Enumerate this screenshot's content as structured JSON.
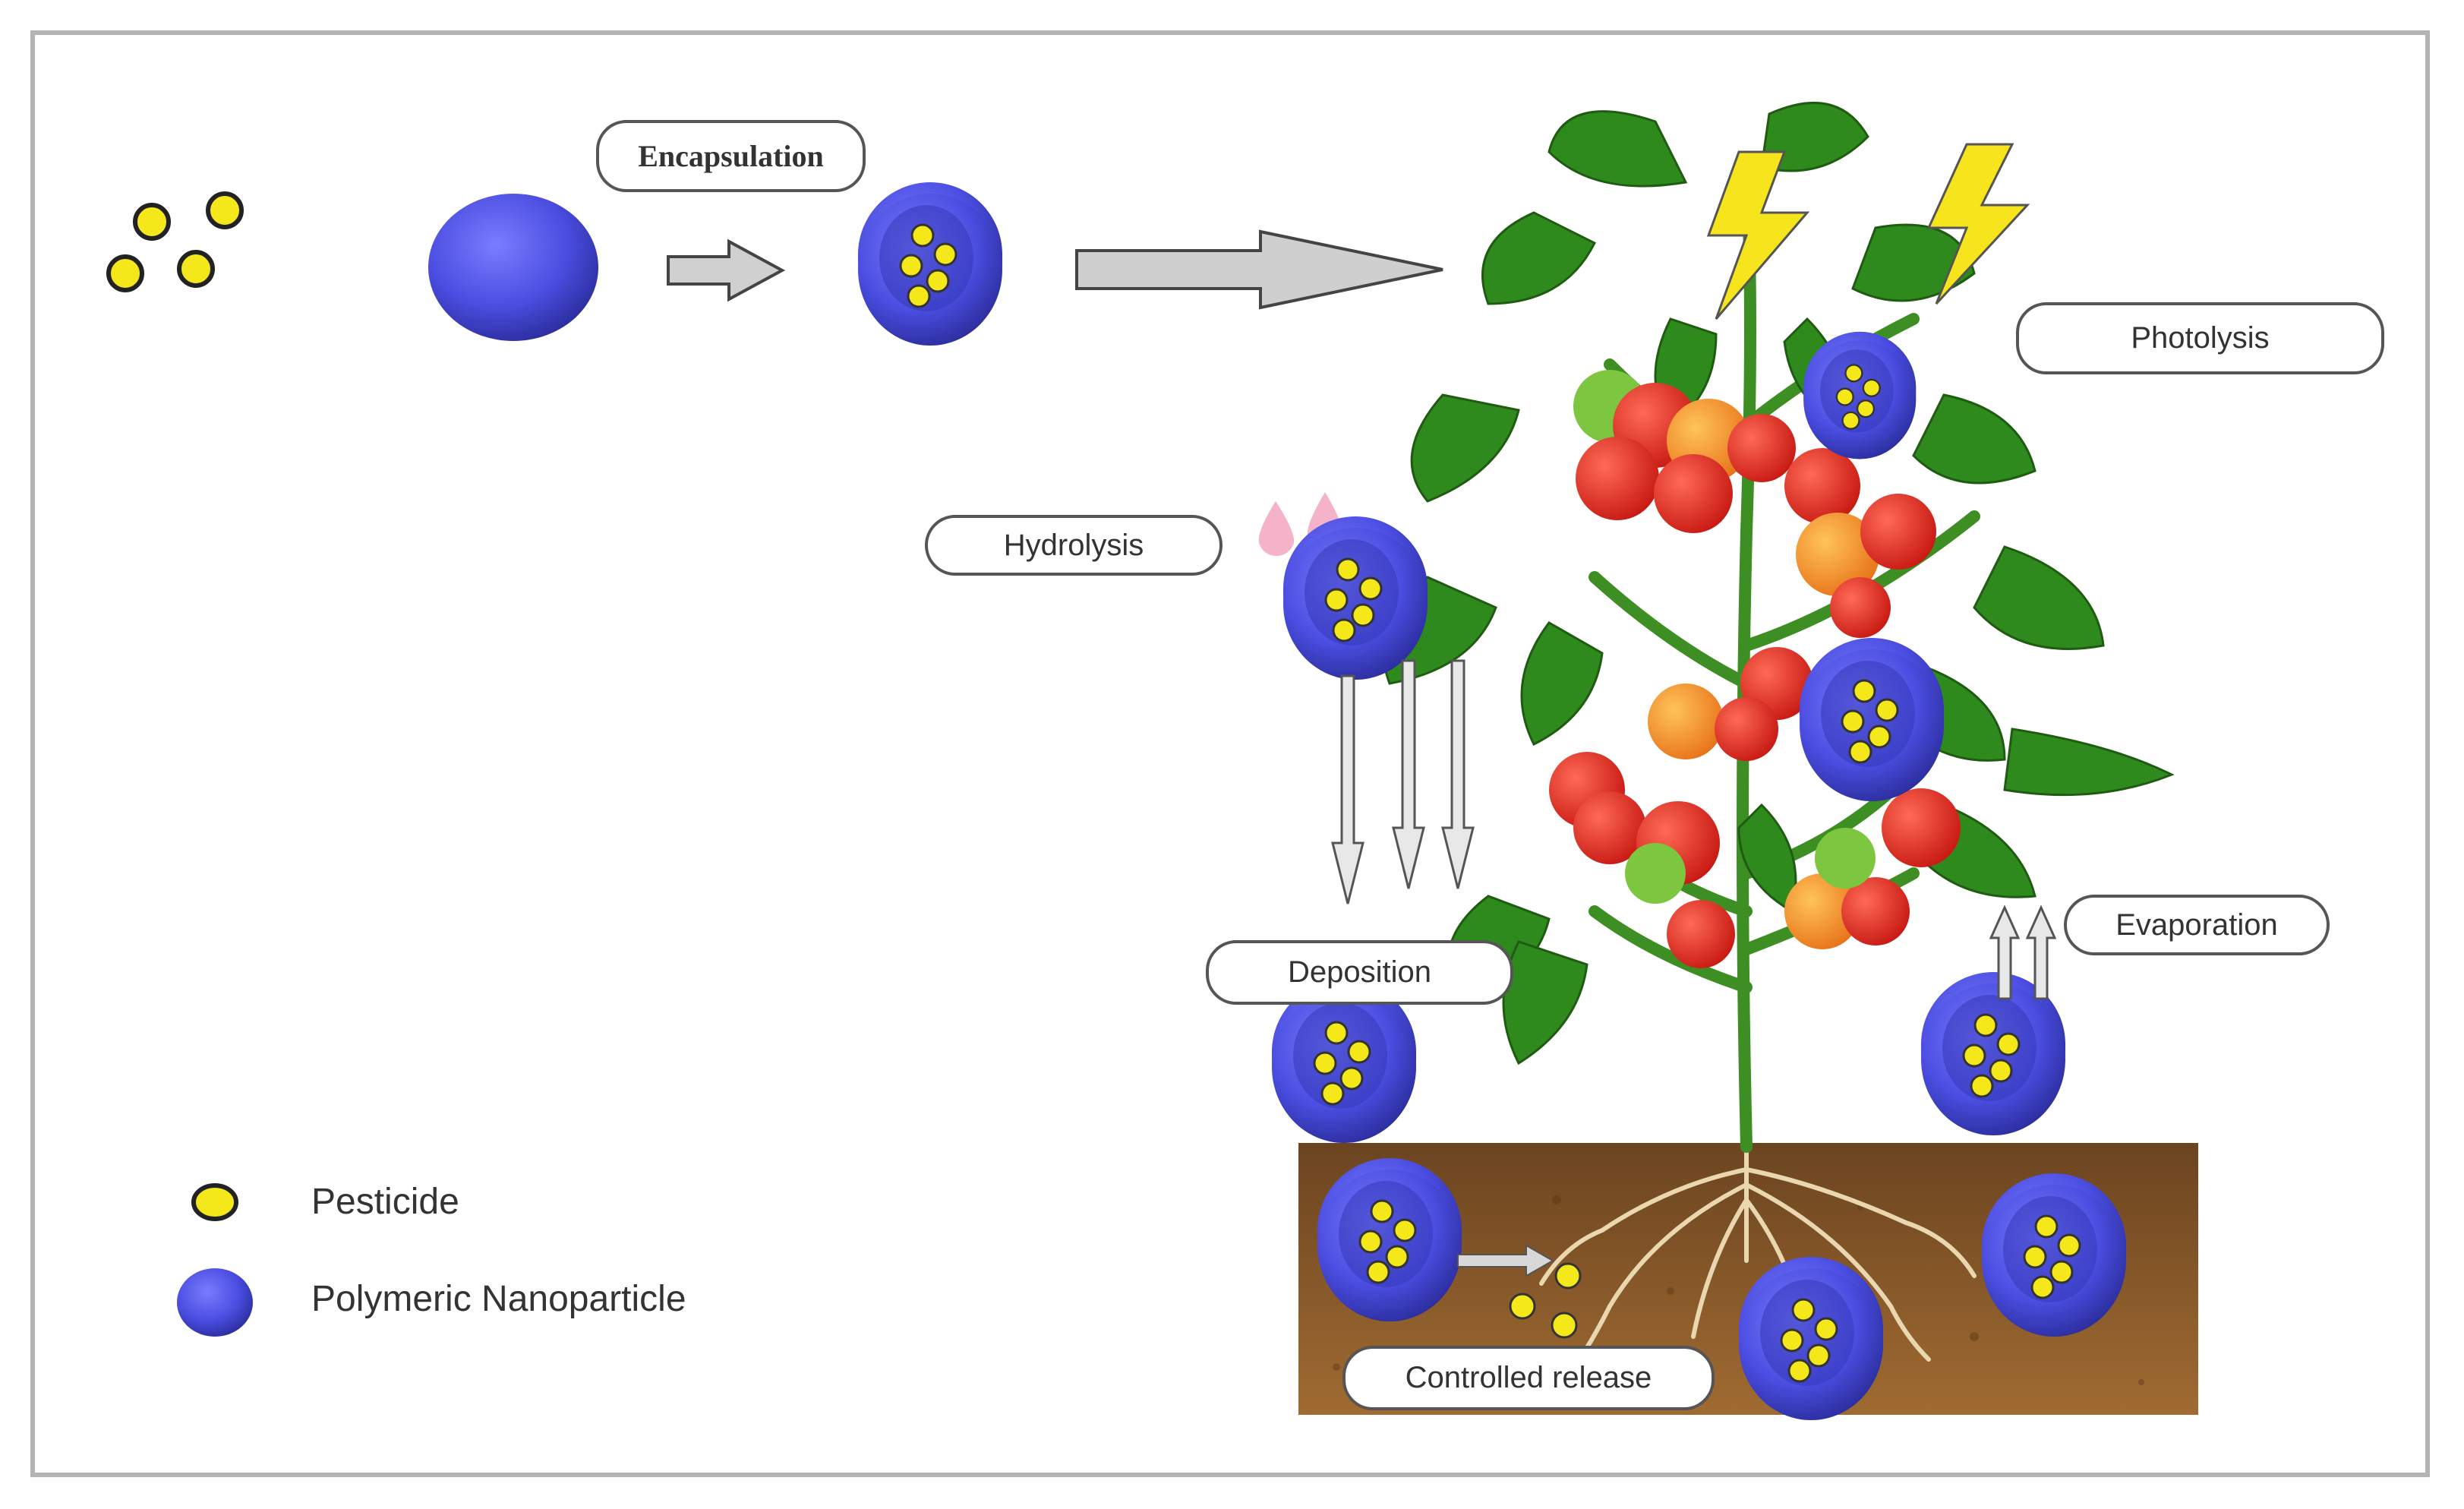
{
  "labels": {
    "encapsulation": "Encapsulation",
    "photolysis": "Photolysis",
    "hydrolysis": "Hydrolysis",
    "deposition": "Deposition",
    "evaporation": "Evaporation",
    "controlled_release": "Controlled release"
  },
  "legend": {
    "pesticide": "Pesticide",
    "nanoparticle": "Polymeric Nanoparticle"
  },
  "colors": {
    "pesticide": "#f5e81a",
    "nanoparticle": "#4a4de0",
    "leaf": "#2f8a1e",
    "soil": "#8a5a2b",
    "lightning": "#f6e51c",
    "arrow": "#cfcfcf"
  }
}
